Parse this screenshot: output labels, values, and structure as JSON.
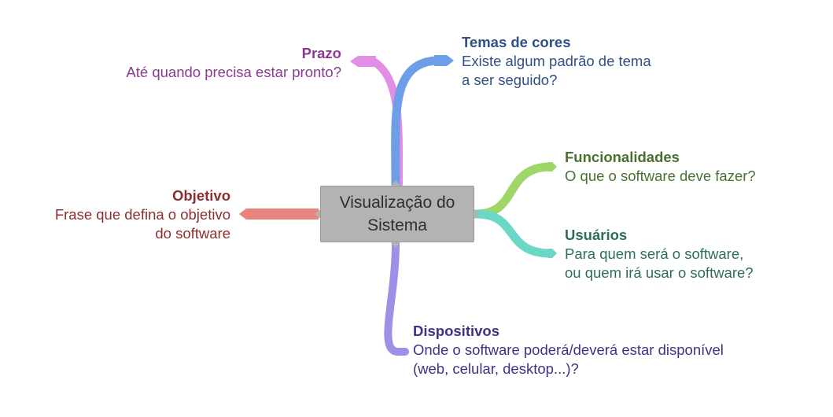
{
  "central": {
    "label": "Visualização do\nSistema"
  },
  "branches": {
    "prazo": {
      "title": "Prazo",
      "text": "Até quando precisa estar pronto?",
      "color": "#e08ee6",
      "text_color": "#8a3a8f"
    },
    "temas": {
      "title": "Temas de cores",
      "text": "Existe algum padrão de tema\na ser seguido?",
      "color": "#6e9ee6",
      "text_color": "#2f4f85"
    },
    "funcionalidades": {
      "title": "Funcionalidades",
      "text": "O que o software deve fazer?",
      "color": "#9ed66a",
      "text_color": "#4a7030"
    },
    "usuarios": {
      "title": "Usuários",
      "text": "Para quem será o software,\nou quem irá usar o software?",
      "color": "#6ad8c4",
      "text_color": "#2b6e5d"
    },
    "objetivo": {
      "title": "Objetivo",
      "text": "Frase que defina o objetivo\ndo software",
      "color": "#e8847e",
      "text_color": "#8a2f2f"
    },
    "dispositivos": {
      "title": "Dispositivos",
      "text": "Onde o software poderá/deverá estar disponível\n(web, celular, desktop...)?",
      "color": "#9f8fe6",
      "text_color": "#3e3288"
    }
  }
}
